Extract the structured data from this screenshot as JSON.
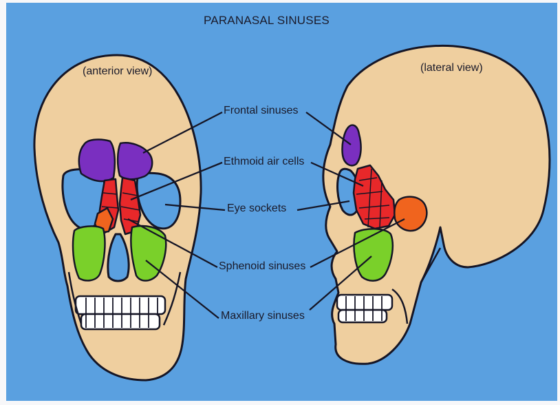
{
  "title": "PARANASAL SINUSES",
  "views": {
    "anterior": "(anterior view)",
    "lateral": "(lateral view)"
  },
  "labels": {
    "frontal": "Frontal sinuses",
    "ethmoid": "Ethmoid air cells",
    "eye": "Eye sockets",
    "sphenoid": "Sphenoid sinuses",
    "maxillary": "Maxillary sinuses"
  },
  "colors": {
    "background": "#5aa0e0",
    "bone": "#efcf9f",
    "outline": "#151525",
    "frontal": "#7a2fc0",
    "ethmoid": "#e8282a",
    "sphenoid": "#f0641e",
    "maxillary": "#7ad02a"
  }
}
